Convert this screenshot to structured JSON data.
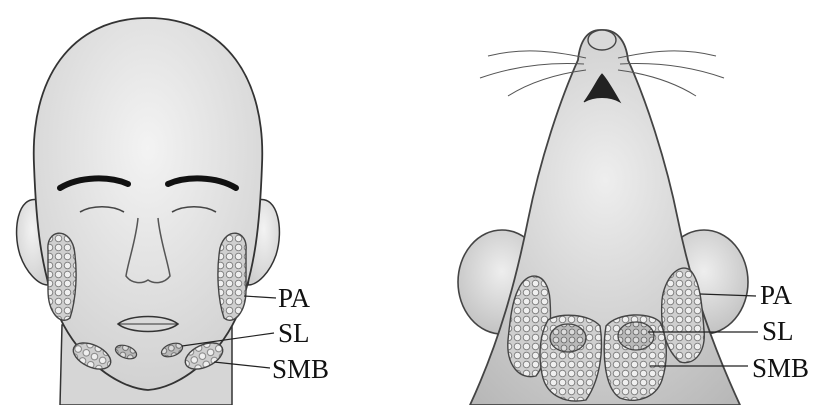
{
  "human": {
    "labels": {
      "pa": "PA",
      "sl": "SL",
      "smb": "SMB"
    }
  },
  "mouse": {
    "labels": {
      "pa": "PA",
      "sl": "SL",
      "smb": "SMB"
    }
  }
}
